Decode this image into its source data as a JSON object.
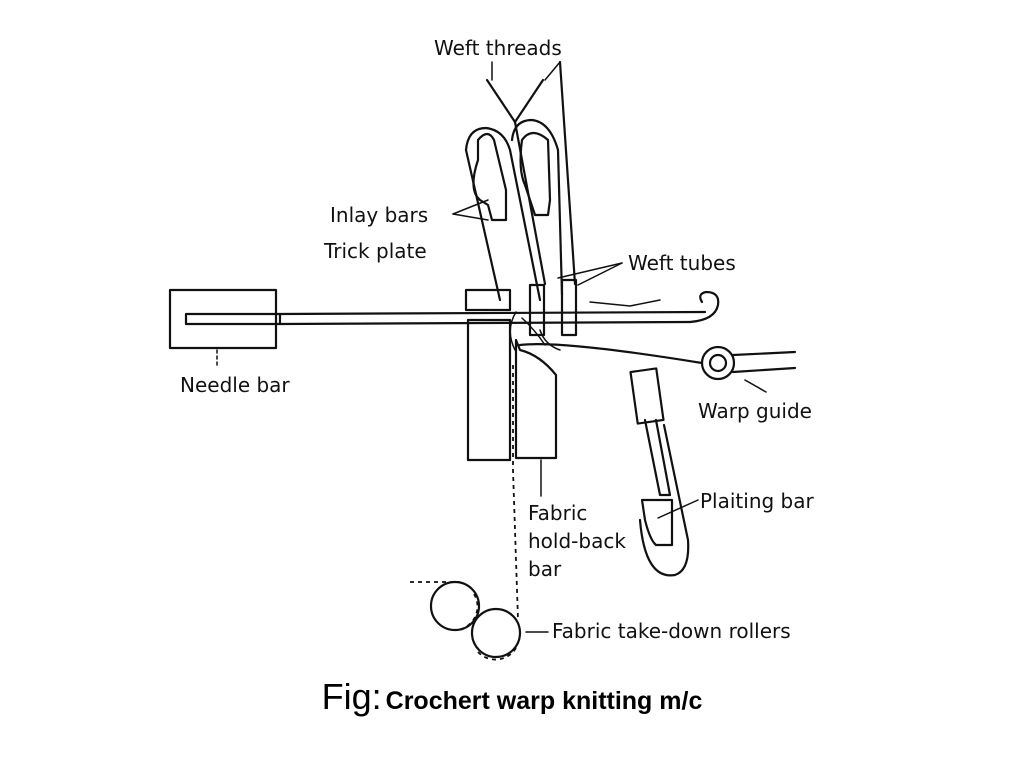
{
  "labels": {
    "weft_threads": "Weft threads",
    "inlay_bars": "Inlay bars",
    "trick_plate": "Trick plate",
    "weft_tubes": "Weft tubes",
    "needle_bar": "Needle bar",
    "warp_guide": "Warp guide",
    "plaiting_bar": "Plaiting bar",
    "fabric_hold_back_bar": [
      "Fabric",
      "hold-back",
      "bar"
    ],
    "fabric_take_down_rollers": "Fabric take-down rollers"
  },
  "caption": {
    "prefix": "Fig:",
    "title": "Crochert warp knitting m/c"
  }
}
